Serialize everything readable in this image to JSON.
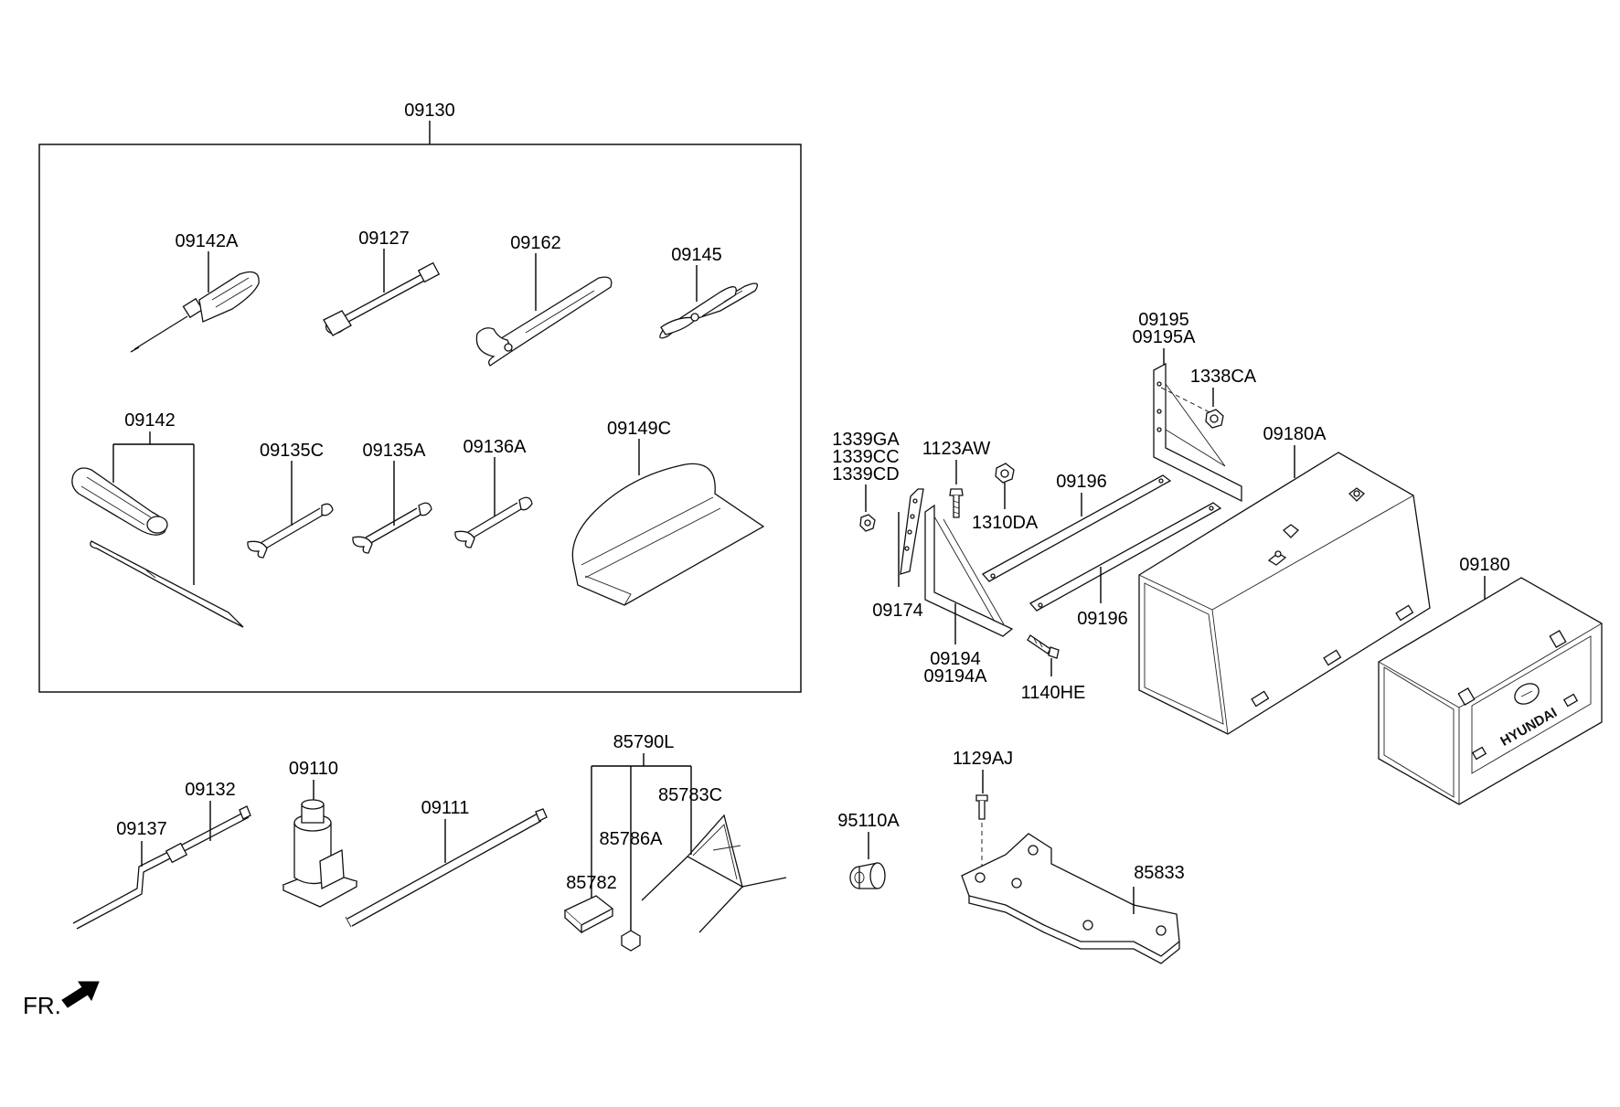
{
  "labels": {
    "p09130": "09130",
    "p09142A": "09142A",
    "p09127": "09127",
    "p09162": "09162",
    "p09145": "09145",
    "p09142": "09142",
    "p09135C": "09135C",
    "p09135A": "09135A",
    "p09136A": "09136A",
    "p09149C": "09149C",
    "p09195": "09195",
    "p09195A": "09195A",
    "p1338CA": "1338CA",
    "p1339GA": "1339GA",
    "p1339CC": "1339CC",
    "p1339CD": "1339CD",
    "p1123AW": "1123AW",
    "p09196a": "09196",
    "p1310DA": "1310DA",
    "p09180A": "09180A",
    "p09174": "09174",
    "p09196b": "09196",
    "p09194": "09194",
    "p09194A": "09194A",
    "p1140HE": "1140HE",
    "p09180": "09180",
    "p09110": "09110",
    "p09132": "09132",
    "p09137": "09137",
    "p09111": "09111",
    "p85790L": "85790L",
    "p85783C": "85783C",
    "p85786A": "85786A",
    "p85782": "85782",
    "p95110A": "95110A",
    "p1129AJ": "1129AJ",
    "p85833": "85833"
  },
  "direction_marker": "FR.",
  "brand": "HYUNDAI"
}
